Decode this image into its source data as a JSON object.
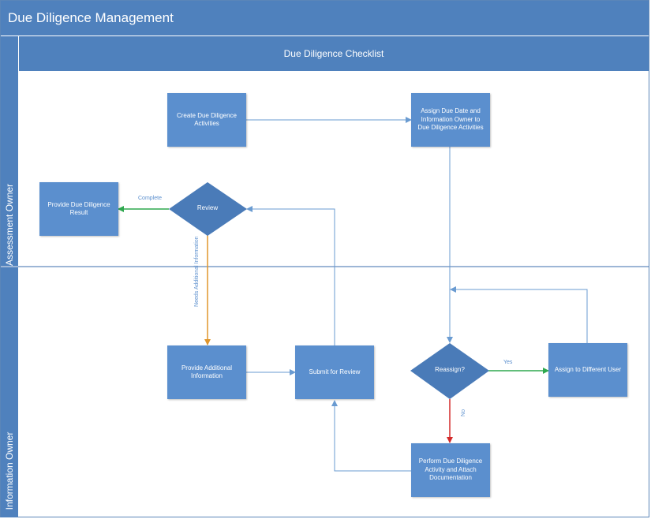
{
  "header": {
    "title": "Due Diligence Management"
  },
  "columns": {
    "checklist": "Due Diligence Checklist"
  },
  "lanes": {
    "assessment_owner": "Assessment Owner",
    "information_owner": "Information Owner"
  },
  "nodes": {
    "create_activities": "Create Due Diligence Activities",
    "assign_due_date": "Assign Due Date and Information Owner to Due Diligence Activities",
    "provide_result": "Provide Due Diligence Result",
    "review": "Review",
    "provide_additional": "Provide Additional Information",
    "submit_review": "Submit for Review",
    "reassign": "Reassign?",
    "assign_different_user": "Assign to Different User",
    "perform_activity": "Perform Due Diligence Activity and Attach Documentation"
  },
  "edge_labels": {
    "complete": "Complete",
    "needs_additional": "Needs Additional Information",
    "yes": "Yes",
    "no": "No"
  },
  "colors": {
    "header_blue": "#4f81bd",
    "shape_blue": "#5b8fce",
    "diamond_blue": "#4a7bb8",
    "connector_blue": "#6a9bd1",
    "complete_green": "#2fa84f",
    "needs_orange": "#e0962c",
    "no_red": "#d32a2a"
  }
}
